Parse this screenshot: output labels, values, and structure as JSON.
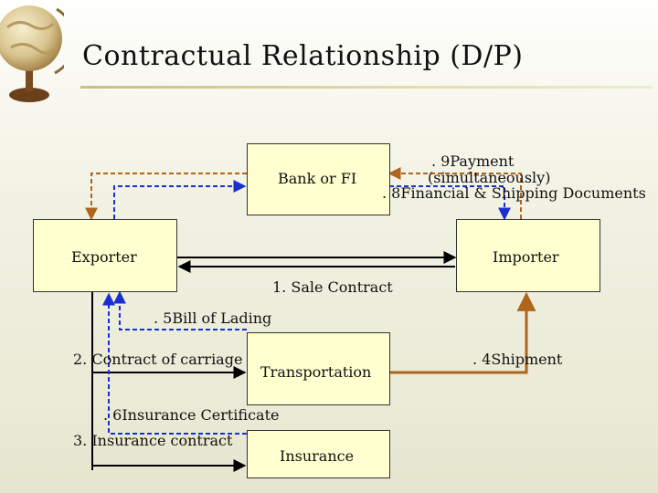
{
  "slide": {
    "title": "Contractual Relationship (D/P)"
  },
  "nodes": {
    "bank": "Bank or FI",
    "exporter": "Exporter",
    "importer": "Importer",
    "transportation": "Transportation",
    "insurance": "Insurance"
  },
  "flows": {
    "sale_contract": "1. Sale Contract",
    "contract_of_carriage": "2. Contract of carriage",
    "insurance_contract": "3. Insurance contract",
    "shipment": ". 4Shipment",
    "bill_of_lading": ". 5Bill of Lading",
    "insurance_certificate": ". 6Insurance Certificate",
    "financial_shipping_docs": ". 8Financial & Shipping Documents",
    "payment": ". 9Payment",
    "payment_note": "(simultaneously)"
  },
  "colors": {
    "box_fill": "#ffffd0",
    "payment_arrow": "#b0651c",
    "documents_arrow": "#1a2fd0",
    "shipment_arrow": "#b0651c",
    "contract_arrow": "#000000",
    "title_rule": "#c8bf86"
  }
}
